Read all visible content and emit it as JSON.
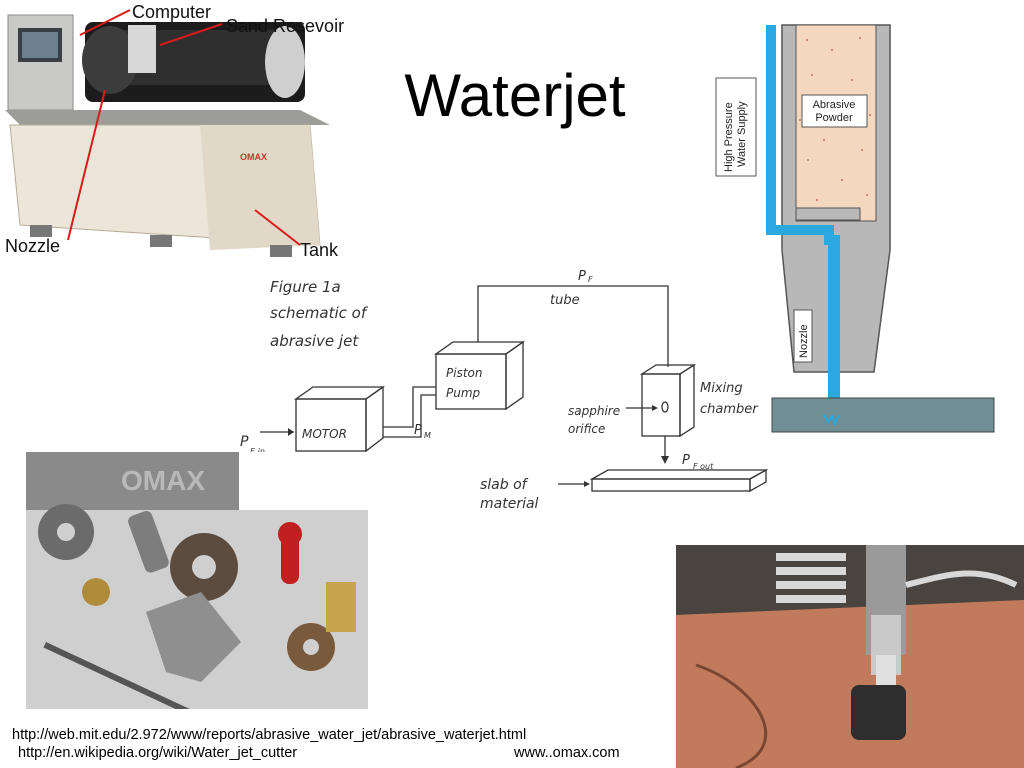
{
  "slide": {
    "title": "Waterjet"
  },
  "machine_photo": {
    "labels": {
      "computer": "Computer",
      "sand_reservoir": "Sand Resevoir",
      "nozzle": "Nozzle",
      "tank": "Tank"
    },
    "brand": "OMAX"
  },
  "schematic": {
    "caption": [
      "Figure 1a",
      "schematic of",
      "abrasive jet"
    ],
    "labels": {
      "motor": "MOTOR",
      "piston_pump": [
        "Piston",
        "Pump"
      ],
      "p_e_in": "P",
      "p_e_in_sub": "E in",
      "p_m": "P",
      "p_m_sub": "M",
      "p_f": "P",
      "p_f_sub": "F",
      "tube": "tube",
      "sapphire_orifice": [
        "sapphire",
        "orifice"
      ],
      "mixing_chamber": [
        "Mixing",
        "chamber"
      ],
      "p_f_out": "P",
      "p_f_out_sub": "F out",
      "slab": [
        "slab of",
        "material"
      ]
    }
  },
  "nozzle_diagram": {
    "water_supply": [
      "High Pressure",
      "Water Supply"
    ],
    "abrasive": [
      "Abrasive",
      "Powder"
    ],
    "nozzle": "Nozzle"
  },
  "parts_photo": {
    "brand": "OMAX"
  },
  "credits": {
    "mit": "http://web.mit.edu/2.972/www/reports/abrasive_water_jet/abrasive_waterjet.html",
    "wikipedia": "http://en.wikipedia.org/wiki/Water_jet_cutter",
    "omax": "www..omax.com"
  },
  "colors": {
    "water": "#2aa9e0",
    "powder": "#f3d7be",
    "nozzle_gray": "#b8b8b8",
    "slab": "#6f8f94"
  }
}
